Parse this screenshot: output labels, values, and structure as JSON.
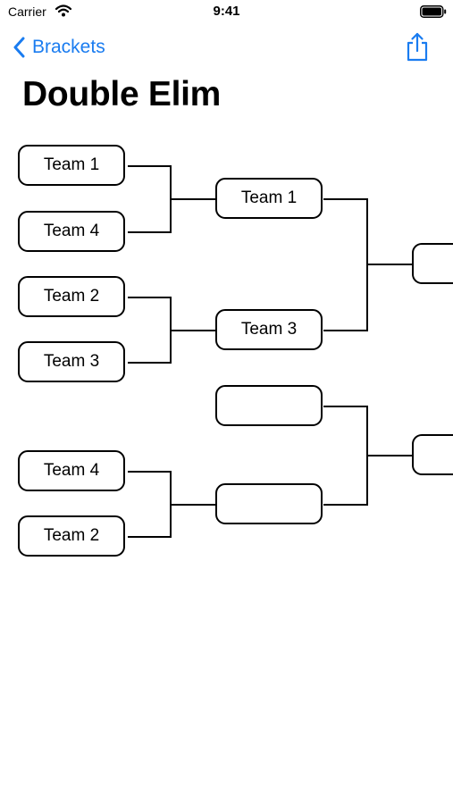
{
  "status_bar": {
    "carrier": "Carrier",
    "time": "9:41"
  },
  "nav": {
    "back_label": "Brackets",
    "back_icon": "chevron-left-icon",
    "share_icon": "share-icon",
    "accent_color": "#1a7cf0"
  },
  "title": "Double Elim",
  "bracket": {
    "round1": [
      "Team 1",
      "Team 4",
      "Team 2",
      "Team 3",
      "Team 4",
      "Team 2"
    ],
    "round2": [
      "Team 1",
      "Team 3",
      "",
      ""
    ],
    "round3": [
      "",
      ""
    ]
  }
}
